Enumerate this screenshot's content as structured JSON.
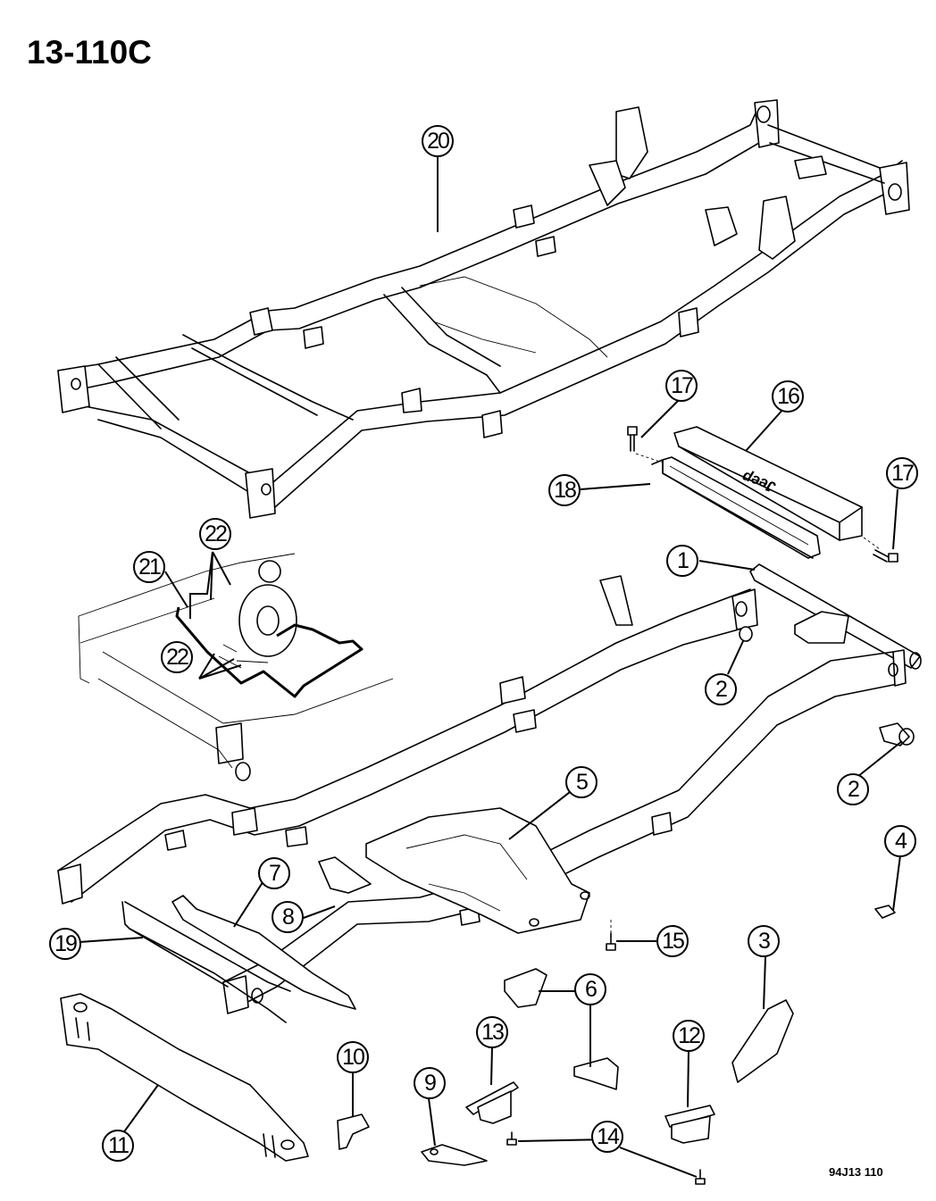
{
  "title": "13-110C",
  "figure_code": "94J13  110",
  "logo_text": "Jeep",
  "callouts": [
    {
      "id": "c20",
      "label": "20"
    },
    {
      "id": "c17a",
      "label": "17"
    },
    {
      "id": "c16",
      "label": "16"
    },
    {
      "id": "c17b",
      "label": "17"
    },
    {
      "id": "c18",
      "label": "18"
    },
    {
      "id": "c1",
      "label": "1"
    },
    {
      "id": "c22a",
      "label": "22"
    },
    {
      "id": "c21",
      "label": "21"
    },
    {
      "id": "c22b",
      "label": "22"
    },
    {
      "id": "c2a",
      "label": "2"
    },
    {
      "id": "c2b",
      "label": "2"
    },
    {
      "id": "c5",
      "label": "5"
    },
    {
      "id": "c4",
      "label": "4"
    },
    {
      "id": "c7",
      "label": "7"
    },
    {
      "id": "c8",
      "label": "8"
    },
    {
      "id": "c19",
      "label": "19"
    },
    {
      "id": "c15",
      "label": "15"
    },
    {
      "id": "c3",
      "label": "3"
    },
    {
      "id": "c6",
      "label": "6"
    },
    {
      "id": "c13",
      "label": "13"
    },
    {
      "id": "c12",
      "label": "12"
    },
    {
      "id": "c10",
      "label": "10"
    },
    {
      "id": "c9",
      "label": "9"
    },
    {
      "id": "c14",
      "label": "14"
    },
    {
      "id": "c11",
      "label": "11"
    }
  ],
  "parts": [
    {
      "number": "1",
      "name": "crossmember-tube"
    },
    {
      "number": "2",
      "name": "bushing"
    },
    {
      "number": "3",
      "name": "spring-hanger-bracket"
    },
    {
      "number": "4",
      "name": "clip"
    },
    {
      "number": "5",
      "name": "transmission-crossmember"
    },
    {
      "number": "6",
      "name": "mount-bracket"
    },
    {
      "number": "7",
      "name": "skid-plate-bracket"
    },
    {
      "number": "8",
      "name": "brace-bracket"
    },
    {
      "number": "9",
      "name": "bracket"
    },
    {
      "number": "10",
      "name": "bracket"
    },
    {
      "number": "11",
      "name": "front-crossmember"
    },
    {
      "number": "12",
      "name": "body-mount"
    },
    {
      "number": "13",
      "name": "body-mount"
    },
    {
      "number": "14",
      "name": "bolt"
    },
    {
      "number": "15",
      "name": "bolt"
    },
    {
      "number": "16",
      "name": "rear-bumper-cover"
    },
    {
      "number": "17",
      "name": "bolt"
    },
    {
      "number": "18",
      "name": "bumper-reinforcement"
    },
    {
      "number": "19",
      "name": "crossmember"
    },
    {
      "number": "20",
      "name": "frame-assembly"
    },
    {
      "number": "21",
      "name": "skid-plate"
    },
    {
      "number": "22",
      "name": "bolt"
    }
  ]
}
